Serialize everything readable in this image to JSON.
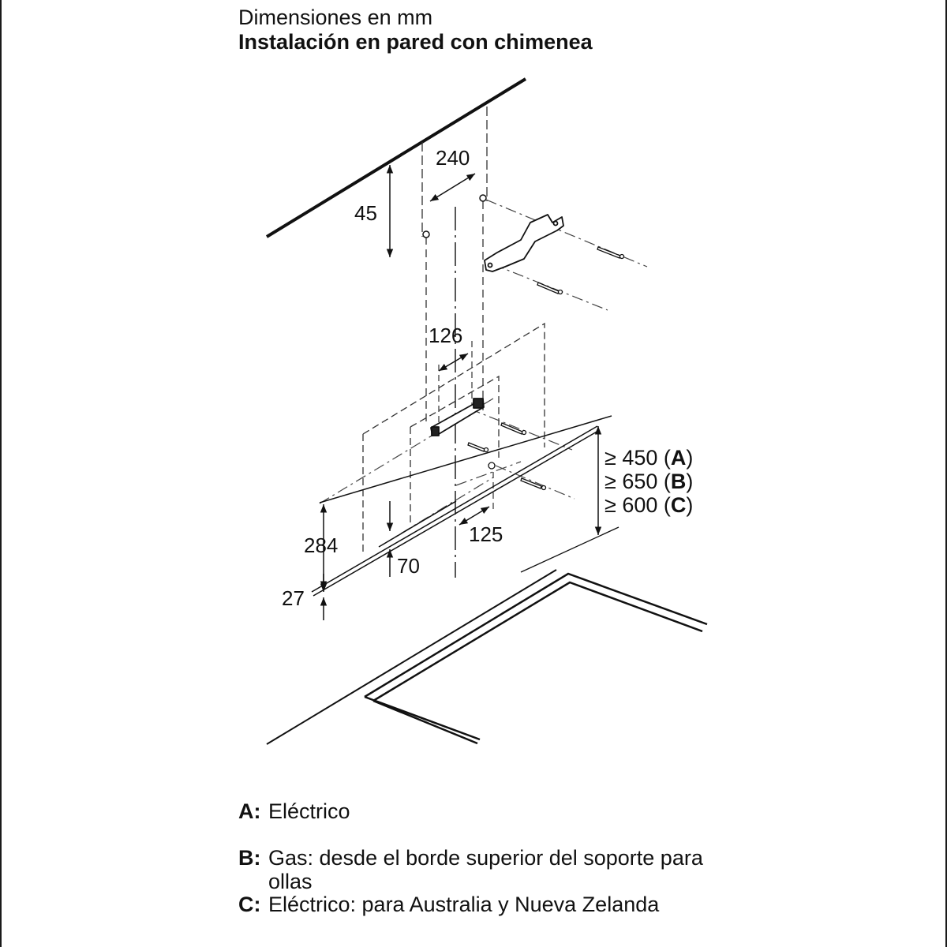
{
  "header": {
    "subtitle": "Dimensiones en mm",
    "title": "Instalación en pared con chimenea"
  },
  "dimensions": {
    "d240": "240",
    "d45": "45",
    "d126": "126",
    "d125": "125",
    "d284": "284",
    "d70": "70",
    "d27": "27"
  },
  "clearances": [
    {
      "prefix": "≥ 450 (",
      "key": "A",
      "suffix": ")"
    },
    {
      "prefix": "≥ 650 (",
      "key": "B",
      "suffix": ")"
    },
    {
      "prefix": "≥ 600 (",
      "key": "C",
      "suffix": ")"
    }
  ],
  "legend": [
    {
      "key": "A:",
      "text": "Eléctrico"
    },
    {
      "key": "B:",
      "text": "Gas: desde el borde superior del soporte para ollas"
    },
    {
      "key": "C:",
      "text": "Eléctrico: para Australia y Nueva Zelanda"
    }
  ]
}
